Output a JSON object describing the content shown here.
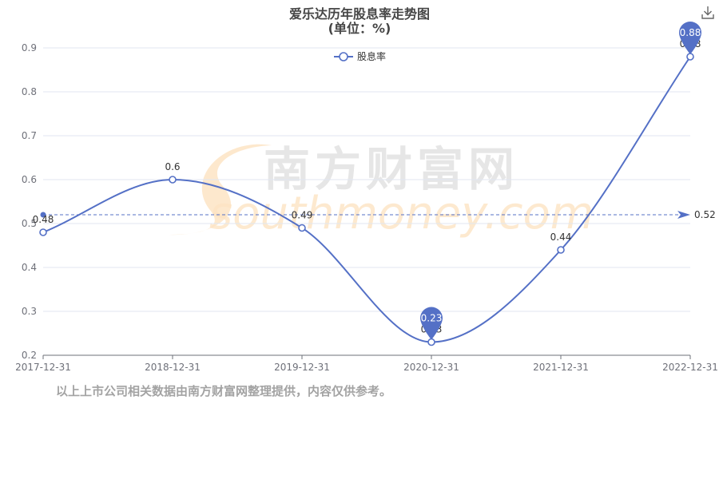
{
  "title": "爱乐达历年股息率走势图",
  "subtitle": "(单位：%)",
  "footnote": "以上上市公司相关数据由南方财富网整理提供，内容仅供参考。",
  "watermark": {
    "cn": "南方财富网",
    "en": "southmoney.com"
  },
  "icons": {
    "download": "download-icon"
  },
  "chart_data": {
    "type": "line",
    "categories": [
      "2017-12-31",
      "2018-12-31",
      "2019-12-31",
      "2020-12-31",
      "2021-12-31",
      "2022-12-31"
    ],
    "series": [
      {
        "name": "股息率",
        "values": [
          0.48,
          0.6,
          0.49,
          0.23,
          0.44,
          0.88
        ]
      }
    ],
    "ylim": [
      0.2,
      0.9
    ],
    "yticks": [
      0.2,
      0.3,
      0.4,
      0.5,
      0.6,
      0.7,
      0.8,
      0.9
    ],
    "grid": true,
    "legend": "top-center",
    "markLine": {
      "type": "average",
      "value": 0.52
    },
    "markPoints": [
      {
        "type": "min",
        "value": 0.23,
        "category": "2020-12-31"
      },
      {
        "type": "max",
        "value": 0.88,
        "category": "2022-12-31"
      }
    ],
    "colors": {
      "series": "#5470c6",
      "axis": "#6e7079",
      "grid": "#e0e6f1",
      "label": "#333333"
    }
  }
}
